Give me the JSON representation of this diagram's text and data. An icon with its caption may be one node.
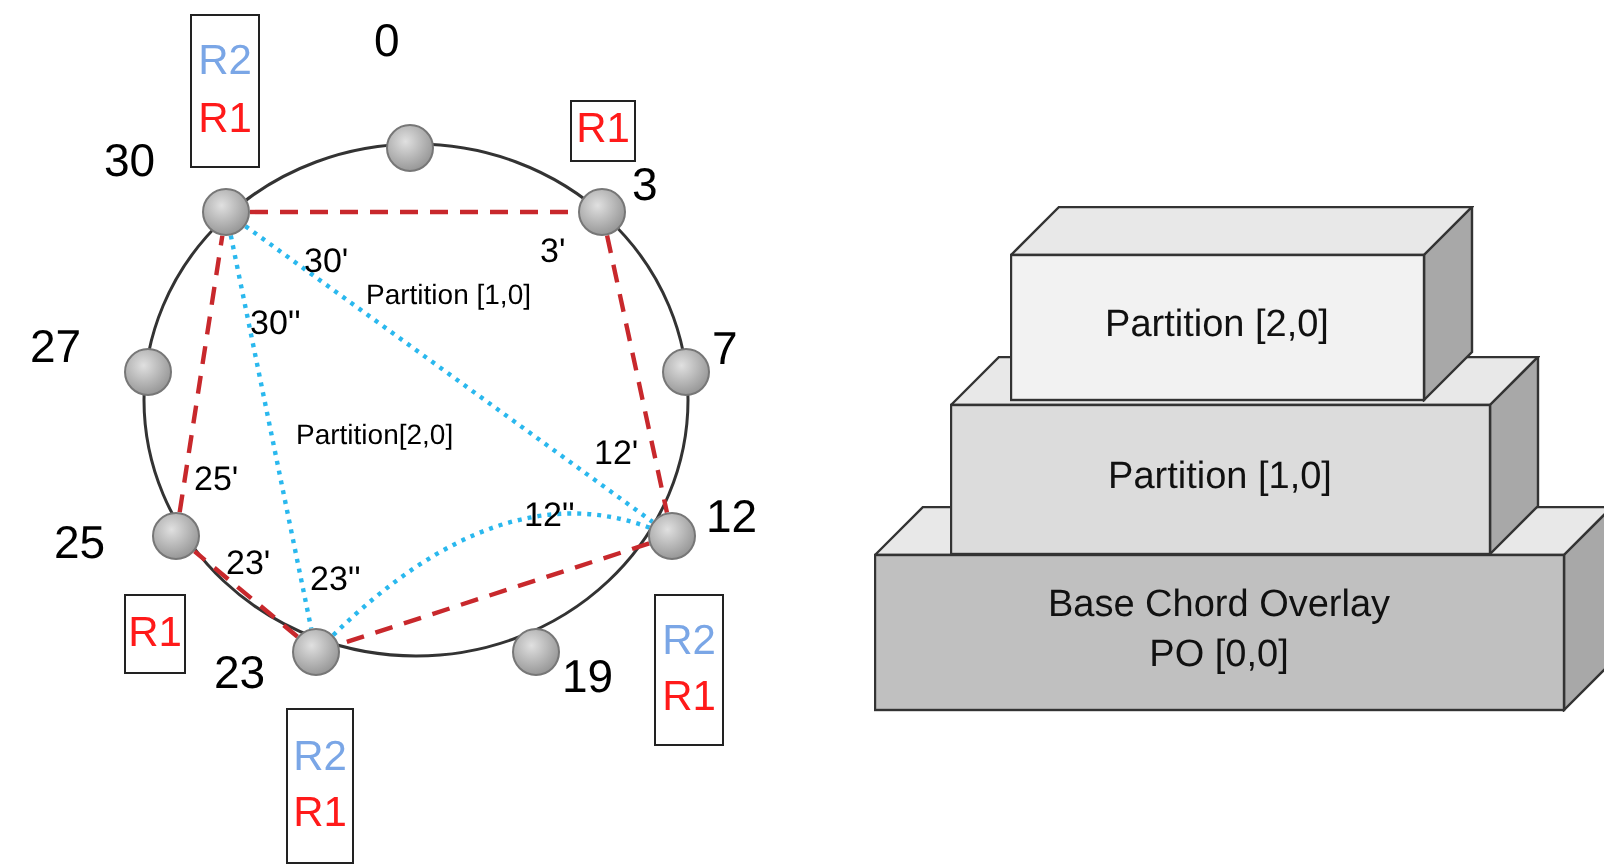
{
  "diagram": {
    "nodes": [
      {
        "text": [],
        "shape": "circle",
        "beside": [
          "0"
        ]
      },
      {
        "text": [],
        "shape": "circle",
        "beside": [
          "3"
        ]
      },
      {
        "text": [],
        "shape": "circle",
        "beside": [
          "7"
        ]
      },
      {
        "text": [],
        "shape": "circle",
        "beside": [
          "12"
        ]
      },
      {
        "text": [],
        "shape": "circle",
        "beside": [
          "19"
        ]
      },
      {
        "text": [],
        "shape": "circle",
        "beside": [
          "23"
        ]
      },
      {
        "text": [],
        "shape": "circle",
        "beside": [
          "25"
        ]
      },
      {
        "text": [],
        "shape": "circle",
        "beside": [
          "27"
        ]
      },
      {
        "text": [],
        "shape": "circle",
        "beside": [
          "30"
        ]
      },
      {
        "text": [
          "R2",
          "R1"
        ]
      },
      {
        "text": [
          "R1"
        ]
      },
      {
        "text": [
          "R2",
          "R1"
        ]
      },
      {
        "text": [
          "R2",
          "R1"
        ]
      },
      {
        "text": [
          "R1"
        ]
      },
      {
        "text": [
          "Partition [2,0]"
        ]
      },
      {
        "text": [
          "Partition [1,0]"
        ]
      },
      {
        "text": [
          "Base Chord Overlay",
          "PO [0,0]"
        ]
      }
    ],
    "edges": [
      {
        "from": 8,
        "to": 1,
        "arrow": "none",
        "style": "dashed"
      },
      {
        "from": 1,
        "to": 3,
        "arrow": "none",
        "style": "dashed"
      },
      {
        "from": 3,
        "to": 5,
        "arrow": "none",
        "style": "dashed"
      },
      {
        "from": 5,
        "to": 6,
        "arrow": "none",
        "style": "dashed"
      },
      {
        "from": 6,
        "to": 8,
        "arrow": "none",
        "style": "dashed"
      },
      {
        "from": 8,
        "to": 3,
        "arrow": "none",
        "style": "dashed",
        "color": "#2ab8ee"
      },
      {
        "from": 8,
        "to": 5,
        "arrow": "none",
        "style": "dashed",
        "color": "#2ab8ee"
      },
      {
        "from": 5,
        "to": 3,
        "arrow": "none",
        "style": "dashed",
        "color": "#2ab8ee"
      }
    ],
    "labels": [
      "30'",
      "3'",
      "Partition [1,0]",
      "30''",
      "Partition[2,0]",
      "12'",
      "25'",
      "12''",
      "23'",
      "23''"
    ]
  }
}
